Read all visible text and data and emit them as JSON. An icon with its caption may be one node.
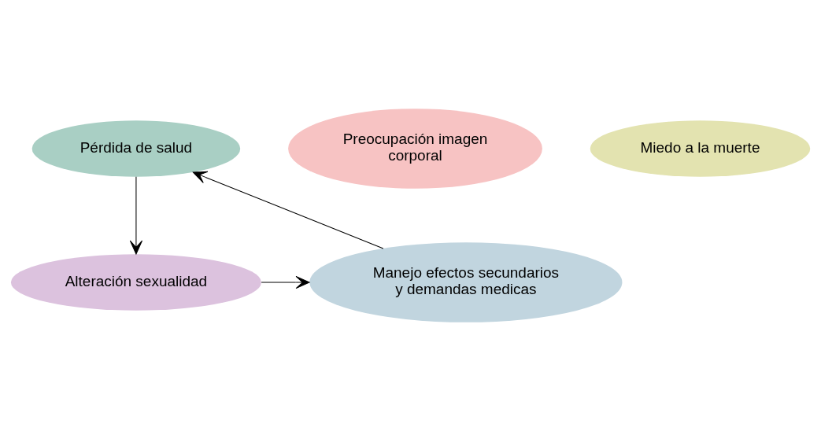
{
  "diagram": {
    "nodes": [
      {
        "text": [
          "Pérdida de salud"
        ]
      },
      {
        "text": [
          "Preocupación imagen corporal"
        ]
      },
      {
        "text": [
          "Alteración sexualidad"
        ]
      },
      {
        "text": [
          "Manejo efectos secundarios y demandas medicas"
        ]
      },
      {
        "text": [
          "Miedo a la muerte"
        ]
      }
    ],
    "edges": [
      {
        "from": 0,
        "to": 2,
        "arrow": "to"
      },
      {
        "from": 2,
        "to": 3,
        "arrow": "to"
      },
      {
        "from": 3,
        "to": 0,
        "arrow": "to"
      }
    ]
  }
}
